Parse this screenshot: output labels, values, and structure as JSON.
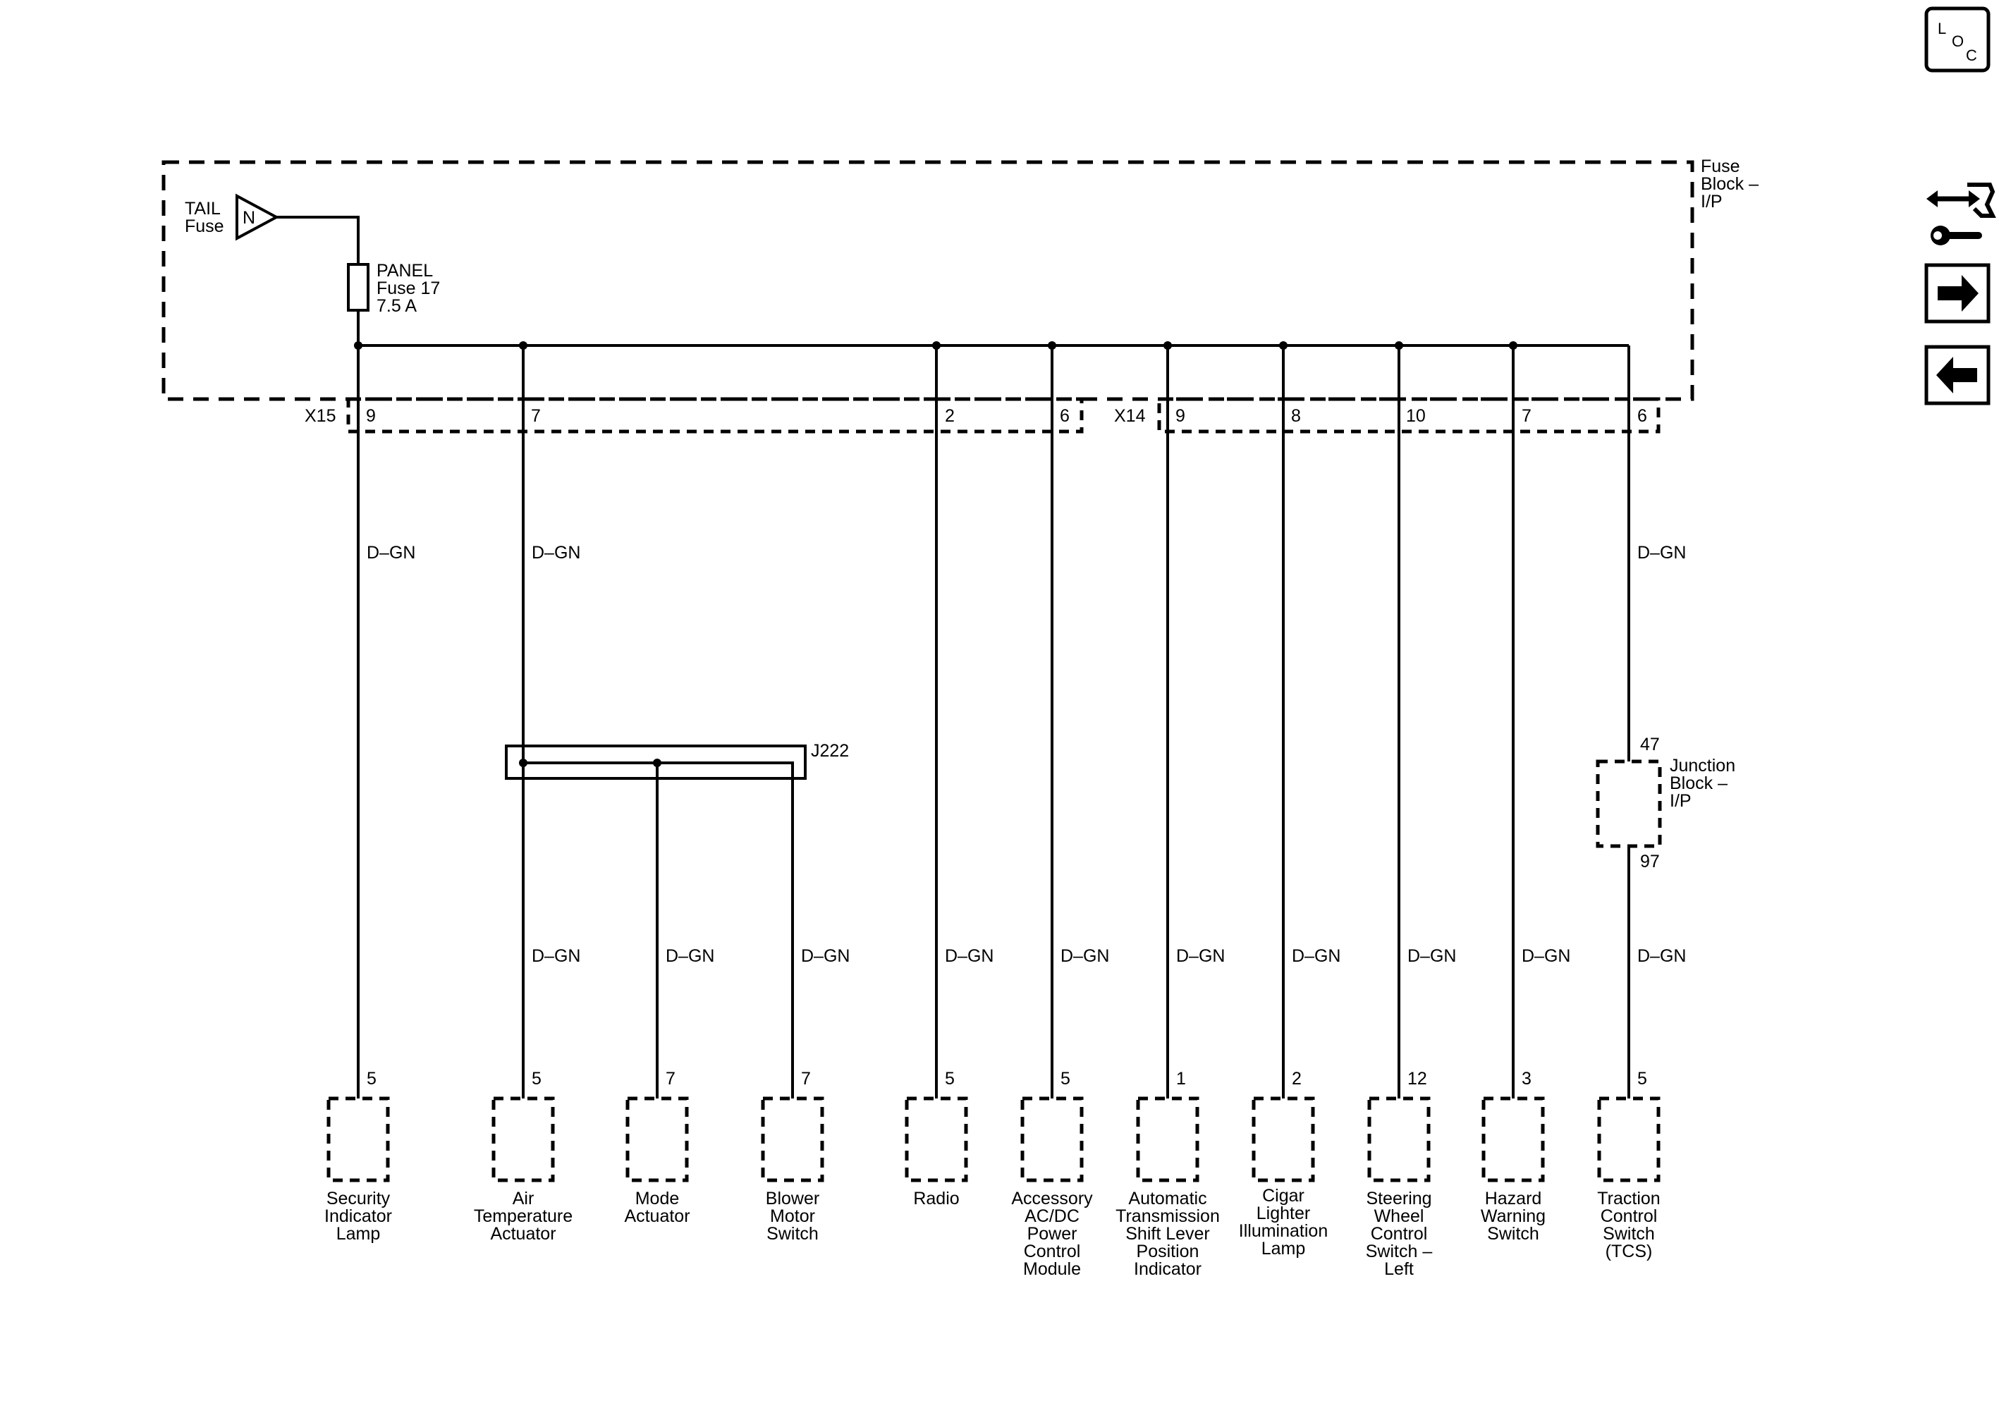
{
  "fuse_block": {
    "name_lines": [
      "Fuse",
      "Block –",
      "I/P"
    ],
    "tail_fuse_lines": [
      "TAIL",
      "Fuse"
    ],
    "tail_fuse_symbol": "N",
    "panel_fuse_lines": [
      "PANEL",
      "Fuse 17",
      "7.5 A"
    ]
  },
  "connectors": {
    "x15": "X15",
    "x14": "X14"
  },
  "splice": {
    "name": "J222"
  },
  "junction_block": {
    "name_lines": [
      "Junction",
      "Block –",
      "I/P"
    ],
    "pin_in": "47",
    "pin_out": "97"
  },
  "circuits": [
    {
      "conn_pin": "9",
      "wire_upper": "D–GN",
      "wire_lower": "",
      "comp_pin": "5",
      "component_lines": [
        "Security",
        "Indicator",
        "Lamp"
      ]
    },
    {
      "conn_pin": "7",
      "wire_upper": "D–GN",
      "wire_lower": "D–GN",
      "comp_pin": "5",
      "component_lines": [
        "Air",
        "Temperature",
        "Actuator"
      ]
    },
    {
      "conn_pin": "",
      "wire_upper": "",
      "wire_lower": "D–GN",
      "comp_pin": "7",
      "component_lines": [
        "Mode",
        "Actuator"
      ]
    },
    {
      "conn_pin": "",
      "wire_upper": "",
      "wire_lower": "D–GN",
      "comp_pin": "7",
      "component_lines": [
        "Blower",
        "Motor",
        "Switch"
      ]
    },
    {
      "conn_pin": "2",
      "wire_upper": "",
      "wire_lower": "D–GN",
      "comp_pin": "5",
      "component_lines": [
        "Radio"
      ]
    },
    {
      "conn_pin": "6",
      "wire_upper": "",
      "wire_lower": "D–GN",
      "comp_pin": "5",
      "component_lines": [
        "Accessory",
        "AC/DC",
        "Power",
        "Control",
        "Module"
      ]
    },
    {
      "conn_pin": "9",
      "wire_upper": "",
      "wire_lower": "D–GN",
      "comp_pin": "1",
      "component_lines": [
        "Automatic",
        "Transmission",
        "Shift Lever",
        "Position",
        "Indicator"
      ]
    },
    {
      "conn_pin": "8",
      "wire_upper": "",
      "wire_lower": "D–GN",
      "comp_pin": "2",
      "component_lines": [
        "Cigar",
        "Lighter",
        "Illumination",
        "Lamp"
      ]
    },
    {
      "conn_pin": "10",
      "wire_upper": "",
      "wire_lower": "D–GN",
      "comp_pin": "12",
      "component_lines": [
        "Steering",
        "Wheel",
        "Control",
        "Switch –",
        "Left"
      ]
    },
    {
      "conn_pin": "7",
      "wire_upper": "",
      "wire_lower": "D–GN",
      "comp_pin": "3",
      "component_lines": [
        "Hazard",
        "Warning",
        "Switch"
      ]
    },
    {
      "conn_pin": "6",
      "wire_upper": "D–GN",
      "wire_lower": "D–GN",
      "comp_pin": "5",
      "component_lines": [
        "Traction",
        "Control",
        "Switch",
        "(TCS)"
      ]
    }
  ],
  "nav": {
    "loc_letters": [
      "L",
      "O",
      "C"
    ],
    "icons": [
      "connector-wrench-icon",
      "arrow-right-icon",
      "arrow-left-icon"
    ]
  }
}
